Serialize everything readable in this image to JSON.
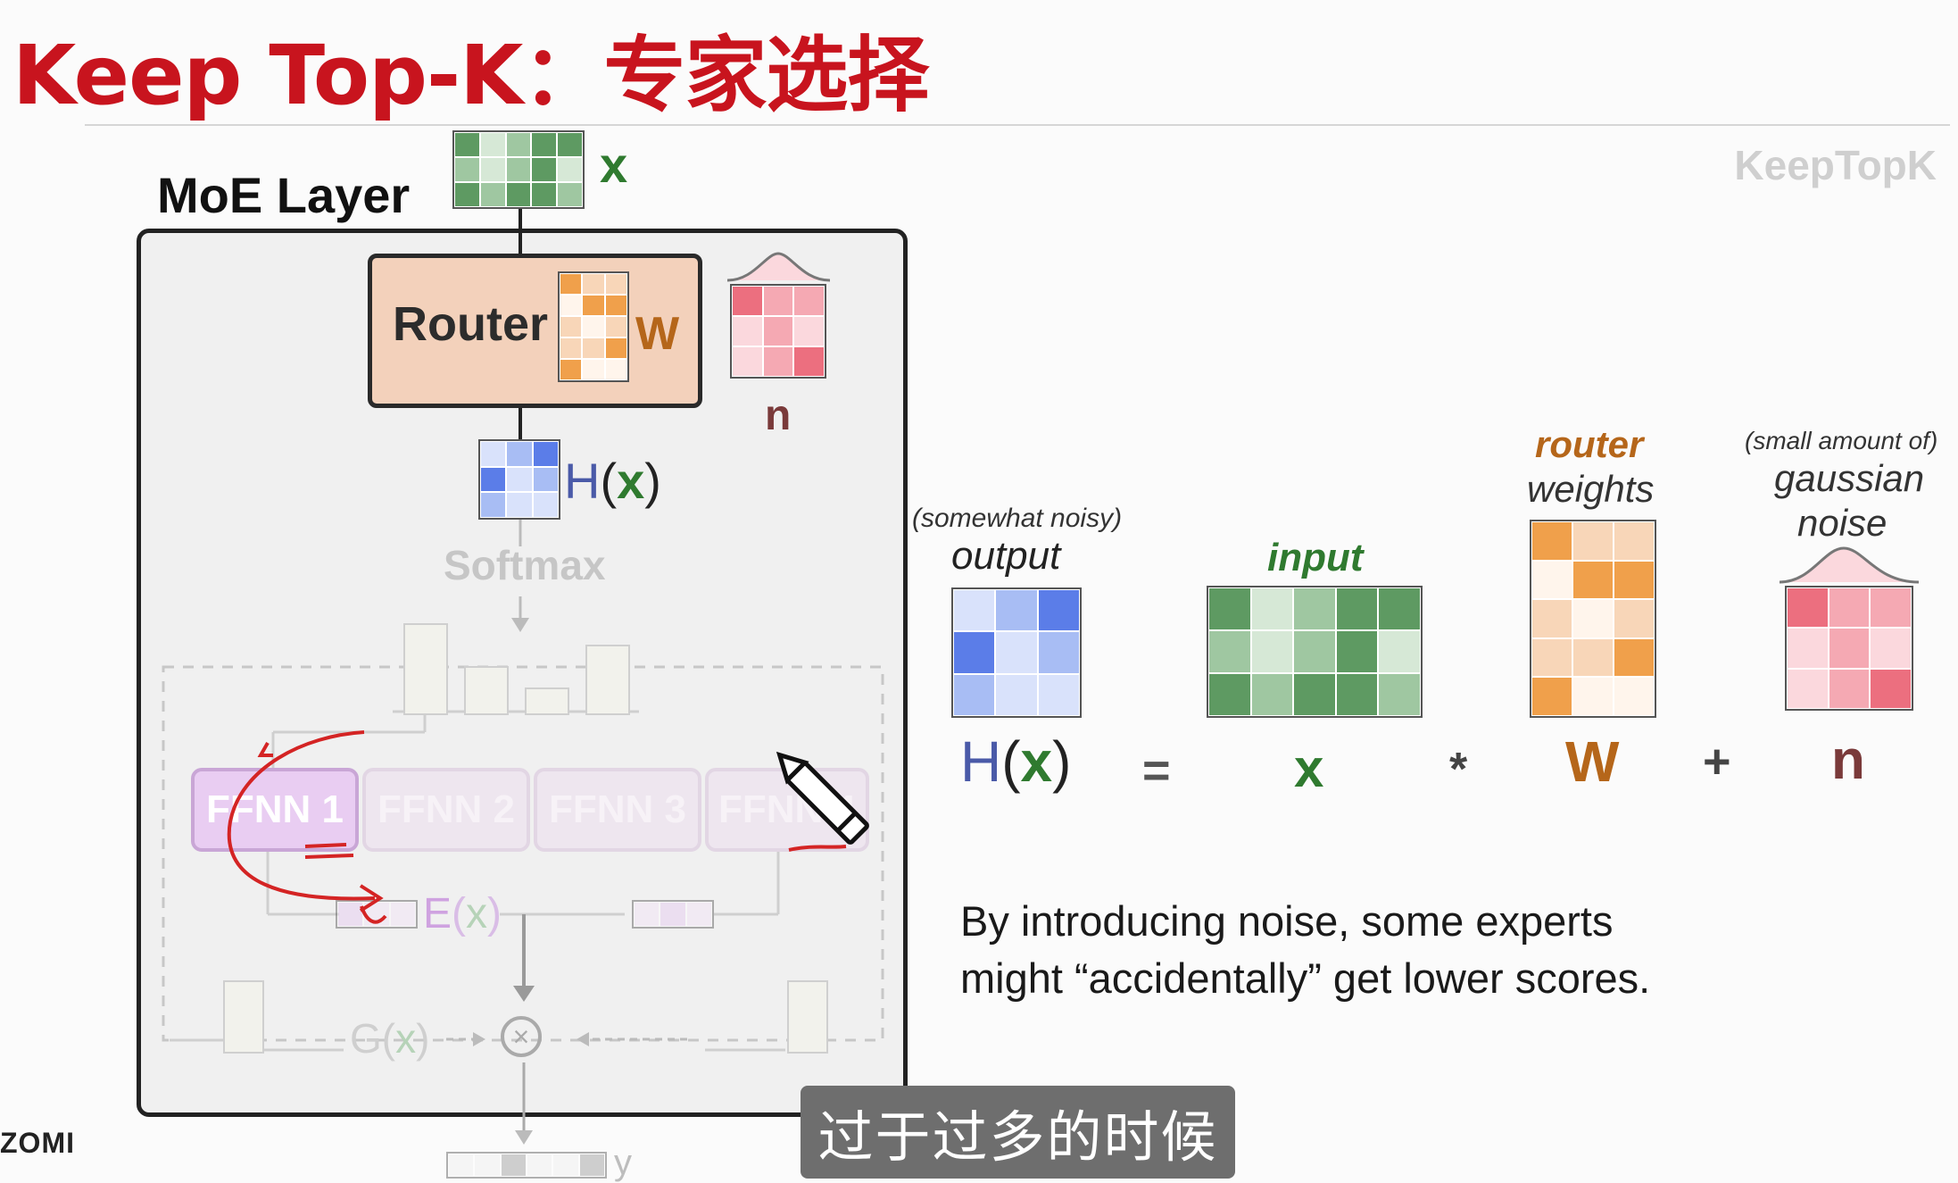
{
  "slide": {
    "title": "Keep Top-K：专家选择",
    "watermark": "KeepTopK",
    "author": "ZOMI",
    "caption": "过于过多的时候"
  },
  "moe": {
    "layer_label": "MoE Layer",
    "input_label": "x",
    "router_label": "Router",
    "router_weight_label": "W",
    "noise_label": "n",
    "hx_H": "H",
    "hx_x": "x",
    "softmax_label": "Softmax",
    "experts": [
      "FFNN 1",
      "FFNN 2",
      "FFNN 3",
      "FFNN 4"
    ],
    "ex_E": "E",
    "ex_x": "x",
    "gx_G": "G",
    "gx_x": "x",
    "output_label": "y"
  },
  "equation": {
    "output_note": "(somewhat noisy)",
    "output_word": "output",
    "input_word": "input",
    "router_word": "router",
    "weights_word": "weights",
    "noise_note": "(small amount of)",
    "noise_word1": "gaussian",
    "noise_word2": "noise",
    "H": "H",
    "x_in_H": "x",
    "equals": "=",
    "x": "x",
    "times": "*",
    "W": "W",
    "plus": "+",
    "n": "n"
  },
  "explanation": "By introducing noise, some experts might “accidentally” get lower scores.",
  "colors": {
    "title_red": "#c8141e",
    "green_dark": "#5e9a62",
    "green_mid": "#9fc7a1",
    "green_light": "#d6e8d6",
    "orange_dark": "#f0a04b",
    "orange_light": "#f8d6b8",
    "blue_dark": "#5b7de8",
    "blue_mid": "#a8bdf4",
    "blue_light": "#d9e2fb",
    "red_dark": "#ec6f7f",
    "red_mid": "#f5a9b3",
    "red_light": "#fbd8dd",
    "H_color": "#4a5aa8",
    "x_color": "#2f7a2f",
    "W_color": "#b5661a",
    "n_color": "#7a3a3a"
  },
  "icons": [
    "pencil-icon",
    "multiply-circle-icon",
    "curved-arrow-annotation"
  ]
}
